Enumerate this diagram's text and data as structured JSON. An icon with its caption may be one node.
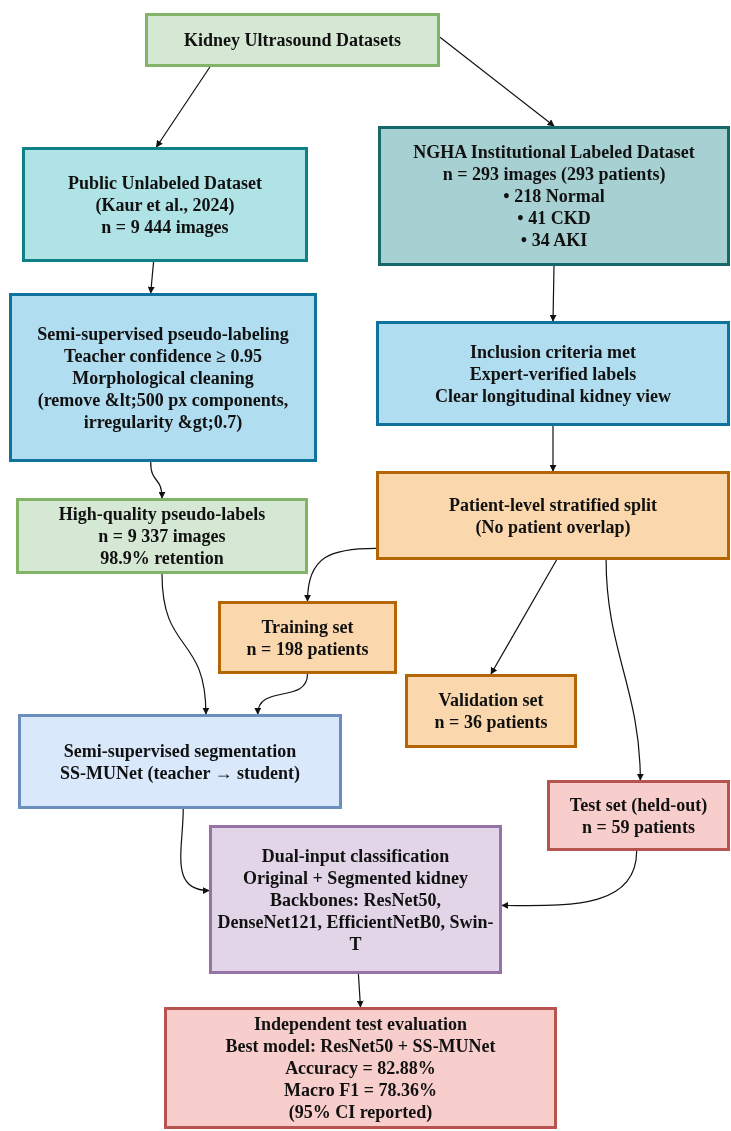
{
  "diagram": {
    "nodes": [
      {
        "text": [
          "Kidney Ultrasound Datasets"
        ]
      },
      {
        "text": [
          "Public Unlabeled Dataset",
          "(Kaur et al., 2024)",
          "n = 9 444 images"
        ]
      },
      {
        "text": [
          "NGHA Institutional Labeled Dataset",
          "n = 293 images (293 patients)",
          "• 218 Normal",
          "• 41 CKD",
          "• 34 AKI"
        ]
      },
      {
        "text": [
          "Semi-supervised pseudo-labeling",
          "Teacher confidence ≥ 0.95",
          "Morphological cleaning",
          "(remove &lt;500 px components, irregularity &gt;0.7)"
        ]
      },
      {
        "text": [
          "Inclusion criteria met",
          "Expert-verified labels",
          "Clear longitudinal kidney view"
        ]
      },
      {
        "text": [
          "Patient-level stratified split",
          "(No patient overlap)"
        ]
      },
      {
        "text": [
          "High-quality pseudo-labels",
          "n = 9 337 images",
          "98.9% retention"
        ]
      },
      {
        "text": [
          "Training set",
          "n = 198 patients"
        ]
      },
      {
        "text": [
          "Validation set",
          "n = 36 patients"
        ]
      },
      {
        "text": [
          "Semi-supervised segmentation",
          "SS-MUNet (teacher → student)"
        ]
      },
      {
        "text": [
          "Test set (held-out)",
          "n = 59 patients"
        ]
      },
      {
        "text": [
          "Dual-input classification",
          "Original + Segmented kidney",
          "Backbones: ResNet50, DenseNet121, EfficientNetB0, Swin-T"
        ]
      },
      {
        "text": [
          "Independent test evaluation",
          "Best model: ResNet50 + SS-MUNet",
          "Accuracy = 82.88%",
          "Macro F1 = 78.36%",
          "(95% CI reported)"
        ]
      }
    ],
    "edges": [
      {
        "from": 0,
        "to": 1,
        "arrow": "to"
      },
      {
        "from": 0,
        "to": 2,
        "arrow": "to"
      },
      {
        "from": 1,
        "to": 3,
        "arrow": "to"
      },
      {
        "from": 2,
        "to": 4,
        "arrow": "to"
      },
      {
        "from": 3,
        "to": 6,
        "arrow": "to"
      },
      {
        "from": 4,
        "to": 5,
        "arrow": "to"
      },
      {
        "from": 5,
        "to": 7,
        "arrow": "to"
      },
      {
        "from": 5,
        "to": 8,
        "arrow": "to"
      },
      {
        "from": 5,
        "to": 10,
        "arrow": "to"
      },
      {
        "from": 6,
        "to": 9,
        "arrow": "to"
      },
      {
        "from": 7,
        "to": 9,
        "arrow": "to"
      },
      {
        "from": 9,
        "to": 11,
        "arrow": "to"
      },
      {
        "from": 10,
        "to": 11,
        "arrow": "to"
      },
      {
        "from": 11,
        "to": 12,
        "arrow": "to"
      }
    ]
  }
}
